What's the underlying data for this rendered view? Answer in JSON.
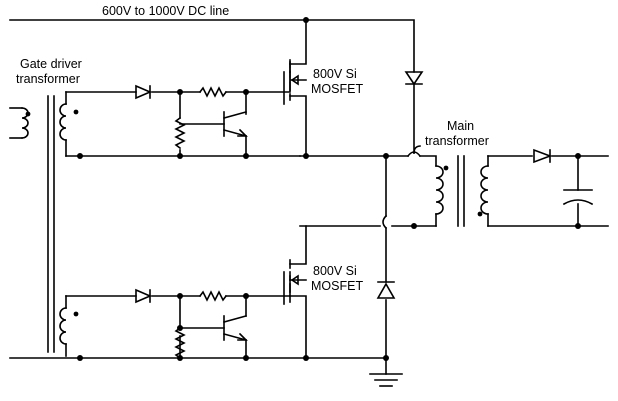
{
  "labels": {
    "dc_line": "600V to 1000V DC line",
    "gate_driver_l1": "Gate driver",
    "gate_driver_l2": "transformer",
    "mosfet_top_l1": "800V Si",
    "mosfet_top_l2": "MOSFET",
    "mosfet_bot_l1": "800V Si",
    "mosfet_bot_l2": "MOSFET",
    "main_tx_l1": "Main",
    "main_tx_l2": "transformer"
  }
}
